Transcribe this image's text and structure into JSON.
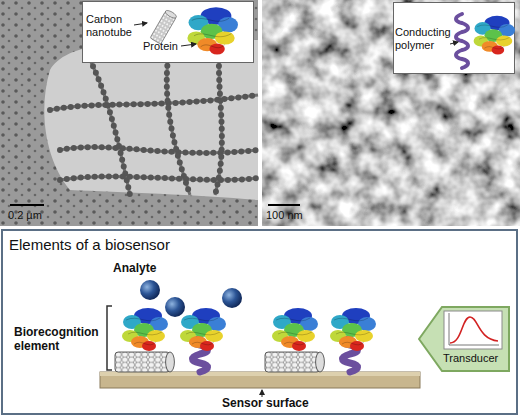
{
  "diagram": {
    "nodes": [
      {
        "text": [
          "Carbon nanotube",
          "Protein"
        ]
      },
      {
        "text": [
          "Conducting polymer"
        ]
      },
      {
        "text": [
          "Elements of a biosensor"
        ]
      },
      {
        "text": [
          "Transducer"
        ],
        "in": 2
      }
    ],
    "labels": [
      "0.2 µm",
      "100 nm",
      "Analyte",
      "Biorecognition element",
      "Sensor surface"
    ]
  }
}
